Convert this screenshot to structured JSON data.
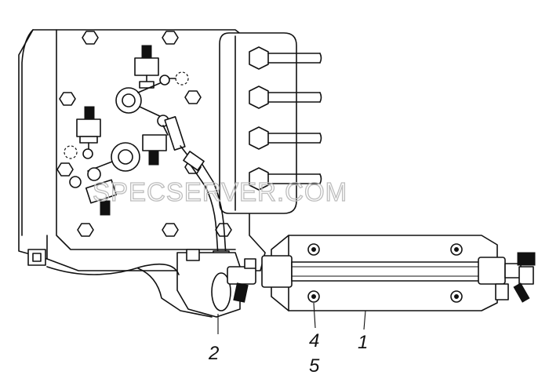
{
  "watermark": "SPECSERVER.COM",
  "callouts": [
    {
      "id": "1",
      "text": "1"
    },
    {
      "id": "2",
      "text": "2"
    },
    {
      "id": "4",
      "text": "4"
    },
    {
      "id": "5",
      "text": "5"
    }
  ]
}
